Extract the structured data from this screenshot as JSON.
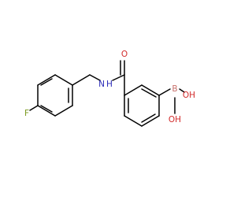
{
  "molecule": {
    "atom_labels": {
      "fluorine": "F",
      "amide_nitrogen": "N",
      "amide_hydrogen": "H",
      "carbonyl_oxygen": "O",
      "boron": "B",
      "hydroxyl_1": "OH",
      "hydroxyl_2": "OH"
    },
    "colors": {
      "bond": "#000000",
      "fluorine": "#7a9a1e",
      "nitrogen": "#2a2ab8",
      "oxygen": "#d22b2b",
      "boron": "#c8706b"
    }
  }
}
